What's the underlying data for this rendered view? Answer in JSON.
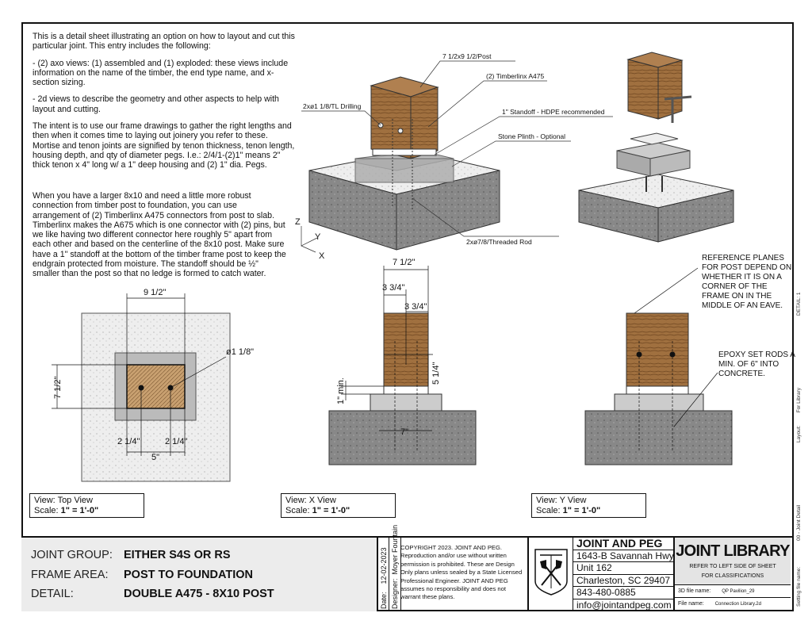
{
  "intro": {
    "p1": "This is a detail sheet illustrating an option on how to layout and cut this particular joint. This entry includes the following:",
    "p2": "- (2) axo views: (1) assembled and (1) exploded: these views include information on the name of the timber, the end type name, and x-section sizing.",
    "p3": "- 2d views to describe the geometry and other aspects to help with layout and cutting.",
    "p4": "The intent is to use our frame drawings to gather the right lengths and then when it comes time to laying out joinery you refer to these. Mortise and tenon joints are signified by tenon thickness, tenon length, housing depth, and qty of diameter pegs. I.e.: 2/4/1-(2)1\" means 2\" thick tenon x 4\" long w/ a 1\" deep housing and (2) 1\" dia. Pegs.",
    "p5": "When you have a larger 8x10 and need a little more robust connection from timber post to foundation, you can use arrangement of (2) Timberlinx A475 connectors from post to slab. Timberlinx makes the A675 which is one connector with (2) pins, but we like having two different connector here roughly 5\" apart from each other and based on the centerline of the 8x10 post. Make sure have a 1\" standoff at the bottom of the timber frame post to keep the endgrain protected from moisture. The standoff should be ½\" smaller than the post so that no ledge is formed to catch water."
  },
  "axo_labels": {
    "post": "7 1/2x9 1/2/Post",
    "timberlinx": "(2) Timberlinx A475",
    "drilling": "2xø1 1/8/TL Drilling",
    "standoff": "1\" Standoff - HDPE recommended",
    "plinth": "Stone Plinth - Optional",
    "rod": "2xø7/8/Threaded Rod",
    "axis_z": "Z",
    "axis_y": "Y",
    "axis_x": "X"
  },
  "top_view": {
    "dim_top": "9 1/2\"",
    "dim_left": "7 1/2\"",
    "dia": "ø1 1/8\"",
    "dim_b1": "2 1/4\"",
    "dim_b2": "2 1/4\"",
    "dim_b3": "5\""
  },
  "x_view": {
    "d1": "7 1/2\"",
    "d2": "3 3/4\"",
    "d3": "3 3/4\"",
    "d4": "5 1/4\"",
    "d5": "1\" min.",
    "d6": "7\""
  },
  "y_view": {
    "note1": [
      "REFERENCE PLANES",
      "FOR POST DEPEND ON",
      "WHETHER IT IS ON A",
      "CORNER OF THE",
      "FRAME ON IN THE",
      "MIDDLE OF AN EAVE."
    ],
    "note2": [
      "EPOXY SET RODS A",
      "MIN. OF 6\" INTO",
      "CONCRETE."
    ]
  },
  "views": [
    {
      "label": "View:",
      "name": "Top View",
      "scale_label": "Scale:",
      "scale": "1\" = 1'-0\""
    },
    {
      "label": "View:",
      "name": "X View",
      "scale_label": "Scale:",
      "scale": "1\" = 1'-0\""
    },
    {
      "label": "View:",
      "name": "Y View",
      "scale_label": "Scale:",
      "scale": "1\" = 1'-0\""
    }
  ],
  "title_block": {
    "joint_group_label": "JOINT GROUP:",
    "joint_group": "EITHER S4S OR RS",
    "frame_area_label": "FRAME AREA:",
    "frame_area": "POST TO FOUNDATION",
    "detail_label": "DETAIL:",
    "detail": "DOUBLE A475 - 8X10 POST",
    "date_label": "Date:",
    "date": "12-02-2023",
    "designer_label": "Designer:",
    "designer": "Moyer Fountain",
    "copyright": "COPYRIGHT 2023. JOINT AND PEG. Reproduction and/or use without written permission is prohibited. These are Design Only plans unless sealed by a State Licensed Professional Engineer. JOINT AND PEG assumes no responsibility and does not warrant these plans.",
    "company": "JOINT AND PEG",
    "addr1": "1643-B Savannah Hwy",
    "addr2": "Unit 162",
    "addr3": "Charleston, SC 29407",
    "phone": "843-480-0885",
    "email": "info@jointandpeg.com",
    "library": "JOINT LIBRARY",
    "refer1": "REFER TO LEFT SIDE OF SHEET",
    "refer2": "FOR CLASSIFICATIONS",
    "file3d_label": "3D file name:",
    "file3d": "QP Pavilion_29",
    "file_label": "File name:",
    "file": "Connection Library.2d"
  },
  "side": {
    "detail": "DETAIL:   1",
    "layout": "Layout:",
    "layout_val": "For Library",
    "joint": "00 - Joint Detail",
    "setting": "Setting file name:"
  }
}
